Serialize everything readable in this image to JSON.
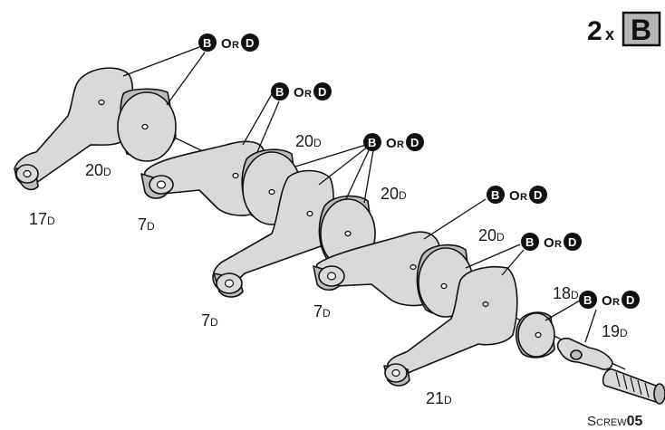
{
  "quantity": {
    "count": "2",
    "times": "x",
    "letter": "B",
    "box_color": "#b5b5b5"
  },
  "badge": {
    "first_letter": "B",
    "conjunction_main": "O",
    "conjunction_small": "R",
    "second_letter": "D"
  },
  "labels": {
    "l17d": {
      "main": "17",
      "suffix": "D"
    },
    "l20d_a": {
      "main": "20",
      "suffix": "D"
    },
    "l7d_a": {
      "main": "7",
      "suffix": "D"
    },
    "l20d_b": {
      "main": "20",
      "suffix": "D"
    },
    "l20d_c": {
      "main": "20",
      "suffix": "D"
    },
    "l20d_d": {
      "main": "20",
      "suffix": "D"
    },
    "l7d_b": {
      "main": "7",
      "suffix": "D"
    },
    "l7d_c": {
      "main": "7",
      "suffix": "D"
    },
    "l18d": {
      "main": "18",
      "suffix": "D"
    },
    "l19d": {
      "main": "19",
      "suffix": "D"
    },
    "l21d": {
      "main": "21",
      "suffix": "D"
    }
  },
  "screw": {
    "word_first": "S",
    "word_rest": "CREW",
    "number": "05"
  },
  "colors": {
    "part_fill": "#d9d9d9",
    "outline": "#111111"
  }
}
